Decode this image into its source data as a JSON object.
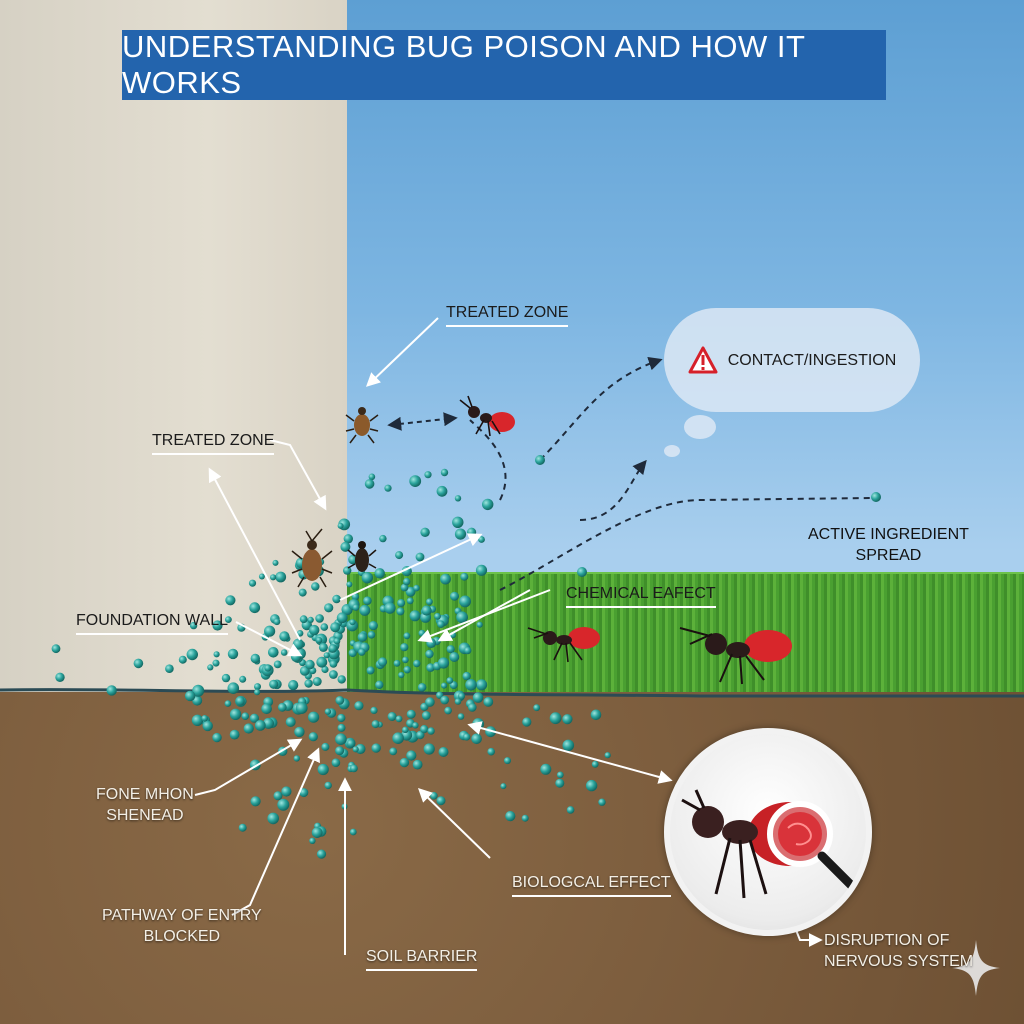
{
  "title": "UNDERSTANDING BUG POISON AND HOW IT WORKS",
  "labels": {
    "treated_zone_top": "TREATED ZONE",
    "treated_zone_left": "TREATED ZONE",
    "contact_ingestion": "CONTACT/INGESTION",
    "active_ingredient_line1": "ACTIVE INGREDIENT",
    "active_ingredient_line2": "SPREAD",
    "chemical_effect": "CHEMICAL EAFECT",
    "foundation_wall": "FOUNDATION WALL",
    "fone_mhon_line1": "FONE MHON",
    "fone_mhon_line2": "SHENEAD",
    "pathway_line1": "PATHWAY OF ENTRY",
    "pathway_line2": "BLOCKED",
    "soil_barrier": "SOIL BARRIER",
    "biological_effect": "BIOLOGCAL EFFECT",
    "disruption_line1": "DISRUPTION OF",
    "disruption_line2": "NERVOUS SYSTEM"
  },
  "icons": {
    "warning": "warning-triangle-icon",
    "magnifier": "magnifying-glass-icon",
    "sparkle": "sparkle-icon"
  },
  "colors": {
    "banner": "#2364ad",
    "particles": "#2aa39c",
    "ant_red": "#d8262b",
    "warning_red": "#d6202a"
  }
}
